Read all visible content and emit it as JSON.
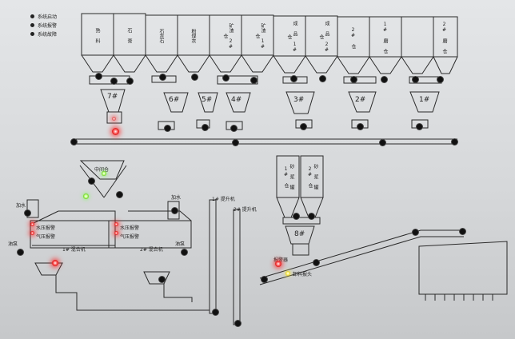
{
  "legend": [
    {
      "label": "系统启动"
    },
    {
      "label": "系统报警"
    },
    {
      "label": "系统故障"
    }
  ],
  "top_silos": [
    {
      "label": "熟 料"
    },
    {
      "label": "石 膏"
    },
    {
      "label": "石灰石"
    },
    {
      "label": "粉煤灰"
    },
    {
      "label": "矿渣 2# 仓"
    },
    {
      "label": "矿渣 1# 仓"
    },
    {
      "label": "成 品 1# 仓"
    },
    {
      "label": "成 品 2# 仓"
    },
    {
      "label": "2# 仓"
    },
    {
      "label": "1# 磨 仓"
    },
    {
      "label": "2# 磨 仓"
    }
  ],
  "scales": [
    {
      "label": "7#"
    },
    {
      "label": "6#"
    },
    {
      "label": "5#"
    },
    {
      "label": "4#"
    },
    {
      "label": "3#"
    },
    {
      "label": "2#"
    },
    {
      "label": "1#"
    }
  ],
  "left_section": {
    "middle_bin": "中间仓",
    "water_left": "加水",
    "water_right": "加水",
    "mixer1": {
      "alarm1": "水压报警",
      "alarm2": "气压报警",
      "name": "1# 混合机"
    },
    "mixer2": {
      "alarm1": "水压报警",
      "alarm2": "气压报警",
      "name": "2# 混合机"
    },
    "oil_left": "油泵",
    "oil_right": "油泵"
  },
  "elevators": {
    "e1": "1# 提升机",
    "e2": "2# 提升机"
  },
  "right_section": {
    "silo_left": "砂 浆 罐 1# 仓",
    "silo_right": "砂 浆 罐 2# 仓",
    "scale": "8#",
    "alarm": "报警器",
    "discharge": "卸料报头"
  }
}
